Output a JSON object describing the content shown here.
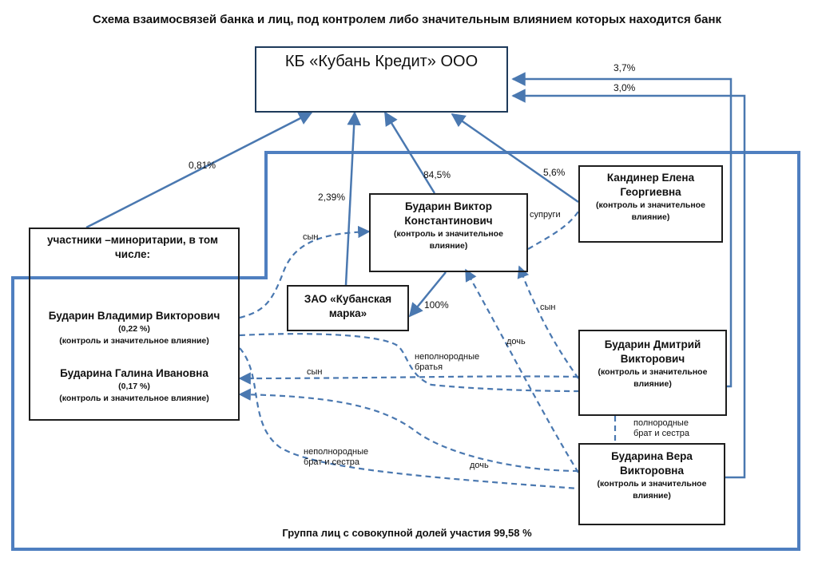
{
  "title": "Схема взаимосвязей банка и лиц, под контролем либо значительным влиянием которых находится банк",
  "bank": {
    "name": "КБ «Кубань Кредит» ООО"
  },
  "nodes": {
    "minority": {
      "heading": "участники –миноритарии, в том числе:"
    },
    "vladimir": {
      "name": "Бударин Владимир Викторович",
      "share": "(0,22 %)",
      "note": "(контроль и значительное влияние)"
    },
    "galina": {
      "name": "Бударина Галина Ивановна",
      "share": "(0,17 %)",
      "note": "(контроль и значительное влияние)"
    },
    "viktor": {
      "name_line1": "Бударин Виктор",
      "name_line2": "Константинович",
      "note_line1": "(контроль и значительное",
      "note_line2": "влияние)"
    },
    "kubanskaya": {
      "name_line1": "ЗАО «Кубанская",
      "name_line2": "марка»"
    },
    "kandiner": {
      "name_line1": "Кандинер Елена",
      "name_line2": "Георгиевна",
      "note_line1": "(контроль и значительное",
      "note_line2": "влияние)"
    },
    "dmitriy": {
      "name_line1": "Бударин Дмитрий",
      "name_line2": "Викторович",
      "note_line1": "(контроль и значительное",
      "note_line2": "влияние)"
    },
    "vera": {
      "name_line1": "Бударина Вера",
      "name_line2": "Викторовна",
      "note_line1": "(контроль и значительное",
      "note_line2": "влияние)"
    }
  },
  "shares": {
    "minority": "0,81%",
    "kubanskaya": "2,39%",
    "viktor": "84,5%",
    "kandiner": "5,6%",
    "dmitriy": "3,7%",
    "vera": "3,0%",
    "viktor_to_kubanskaya": "100%"
  },
  "relations": {
    "spouses": "супруги",
    "son_viktor": "сын",
    "son_dmitriy_viktor": "сын",
    "daughter_vera_viktor": "дочь",
    "half_brothers_line1": "неполнородные",
    "half_brothers_line2": "братья",
    "son_dmitriy_galina": "сын",
    "half_sibling_line1": "неполнородные",
    "half_sibling_line2": "брат и сестра",
    "daughter_vera_galina": "дочь",
    "full_sibling_line1": "полнородные",
    "full_sibling_line2": "брат и сестра"
  },
  "group": {
    "caption": "Группа лиц с совокупной долей участия 99,58 %"
  }
}
